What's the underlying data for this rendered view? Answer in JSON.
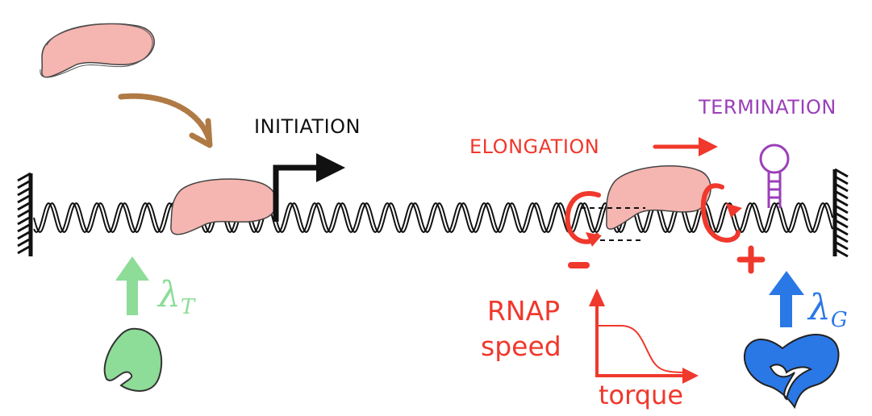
{
  "labels": {
    "initiation": "INITIATION",
    "elongation": "ELONGATION",
    "termination": "TERMINATION",
    "rnap": "RNAP",
    "speed": "speed",
    "torque": "torque"
  },
  "symbols": {
    "lambda_t": "λ",
    "lambda_t_sub": "T",
    "lambda_g": "λ",
    "lambda_g_sub": "G",
    "minus": "−",
    "plus": "+"
  },
  "colors": {
    "black": "#111111",
    "elongation_red": "#f0382c",
    "termination_purple": "#9b3fb8",
    "topoisomerase_green": "#8ddc98",
    "gyrase_blue": "#2a78e6",
    "rnap_fill": "#f5b5b0",
    "brown_arrow": "#b07a45"
  },
  "icons": {
    "anchor_left": "wall-anchor-icon",
    "anchor_right": "wall-anchor-icon",
    "promoter": "promoter-arrow-icon",
    "hairpin": "terminator-hairpin-icon"
  }
}
